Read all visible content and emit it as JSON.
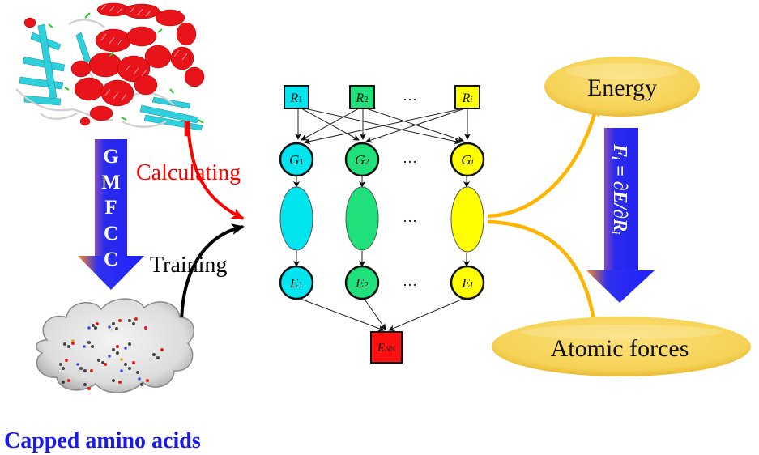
{
  "protein": {
    "label": "protein-structure",
    "colors": {
      "helix": "#e8141a",
      "sheet": "#2fd0dc",
      "coil": "#d9d9d9",
      "turn": "#22cc22"
    }
  },
  "gmfcc_arrow": {
    "letters": [
      "G",
      "M",
      "F",
      "C",
      "C"
    ],
    "color": "#2222ee"
  },
  "calculating": {
    "label": "Calculating",
    "color": "#ff0000"
  },
  "training": {
    "label": "Training",
    "color": "#000000"
  },
  "amino_acids": {
    "label": "Capped amino acids",
    "color": "#1a1aee"
  },
  "network": {
    "inputs": [
      {
        "base": "R",
        "sub": "1",
        "color": "#00e5ee"
      },
      {
        "base": "R",
        "sub": "2",
        "color": "#1fe07a"
      },
      {
        "base": "R",
        "sub": "i",
        "color": "#ffff00"
      }
    ],
    "descriptors": [
      {
        "base": "G",
        "sub": "1",
        "color": "#00e5ee"
      },
      {
        "base": "G",
        "sub": "2",
        "color": "#1fe07a"
      },
      {
        "base": "G",
        "sub": "i",
        "color": "#ffff00"
      }
    ],
    "subnets": [
      {
        "color": "#00e5ee"
      },
      {
        "color": "#1fe07a"
      },
      {
        "color": "#ffff00"
      }
    ],
    "energies": [
      {
        "base": "E",
        "sub": "1",
        "color": "#00e5ee"
      },
      {
        "base": "E",
        "sub": "2",
        "color": "#1fe07a"
      },
      {
        "base": "E",
        "sub": "i",
        "color": "#ffff00"
      }
    ],
    "ellipsis": "…",
    "output": {
      "base": "E",
      "sub": "NN",
      "color": "#ff1010"
    }
  },
  "outputs": {
    "energy": {
      "label": "Energy"
    },
    "forces": {
      "label": "Atomic forces"
    },
    "fill": "#f7d55e",
    "arrow_color": "#ffb400"
  },
  "force_arrow": {
    "formula": "Fᵢ = ∂E/∂Rᵢ",
    "color": "#2222ee"
  }
}
